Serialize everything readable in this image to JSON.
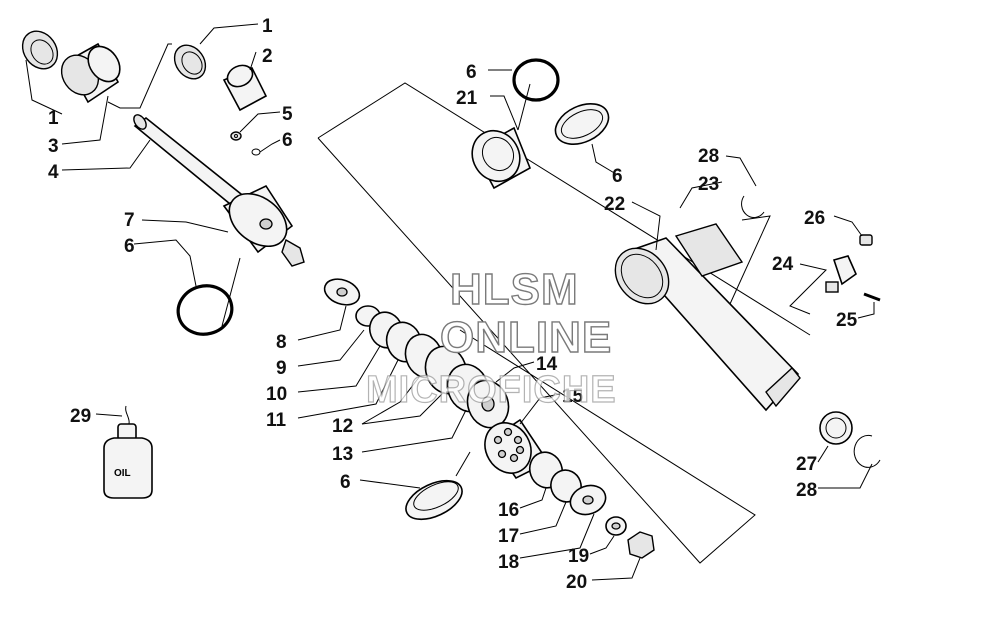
{
  "watermark": {
    "line1": "HLSM",
    "line2": "ONLINE",
    "line3": "MICROFICHE"
  },
  "oil_bottle_label": "OIL",
  "callouts": {
    "c1_top": "1",
    "c2": "2",
    "c1_left": "1",
    "c3": "3",
    "c4": "4",
    "c5": "5",
    "c6_upper": "6",
    "c7": "7",
    "c6_left": "6",
    "c8": "8",
    "c9": "9",
    "c10": "10",
    "c11": "11",
    "c12": "12",
    "c13": "13",
    "c14": "14",
    "c15": "15",
    "c6_bottom": "6",
    "c16": "16",
    "c17": "17",
    "c18": "18",
    "c19": "19",
    "c20": "20",
    "c6_top": "6",
    "c21": "21",
    "c6_right": "6",
    "c22": "22",
    "c23": "23",
    "c28_top": "28",
    "c26": "26",
    "c24": "24",
    "c25": "25",
    "c27": "27",
    "c28_bottom": "28",
    "c29": "29"
  }
}
